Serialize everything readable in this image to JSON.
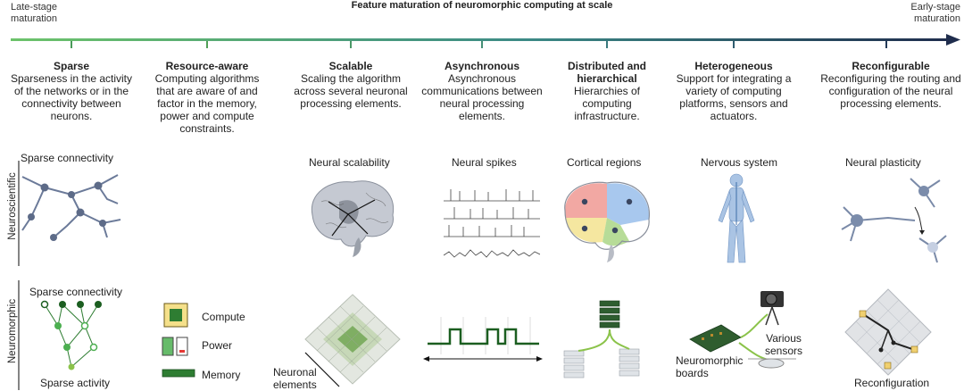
{
  "title": "Feature maturation of neuromorphic computing at scale",
  "axis": {
    "left_label": [
      "Late-stage",
      "maturation"
    ],
    "right_label": [
      "Early-stage",
      "maturation"
    ]
  },
  "features": [
    {
      "name": "Sparse",
      "desc": "Sparseness in the activity of the networks or in the connectivity between neurons."
    },
    {
      "name": "Resource-aware",
      "desc": "Computing algorithms that are aware of and factor in the memory, power and compute constraints."
    },
    {
      "name": "Scalable",
      "desc": "Scaling the algorithm across several neuronal processing elements."
    },
    {
      "name": "Asynchronous",
      "desc": "Asynchronous communications between neural processing elements."
    },
    {
      "name": "Distributed and hierarchical",
      "desc": "Hierarchies of computing infrastructure."
    },
    {
      "name": "Heterogeneous",
      "desc": "Support for integrating a variety of computing platforms, sensors and actuators."
    },
    {
      "name": "Reconfigurable",
      "desc": "Reconfiguring the routing and configuration of the neural processing elements."
    }
  ],
  "rows": {
    "neuroscientific": "Neuroscientific",
    "neuromorphic": "Neuromorphic"
  },
  "neuro_labels": [
    "Sparse connectivity",
    "Neural scalability",
    "Neural spikes",
    "Cortical regions",
    "Nervous system",
    "Neural plasticity"
  ],
  "morphic_labels": {
    "sparse_connectivity": "Sparse connectivity",
    "sparse_activity": "Sparse activity",
    "compute": "Compute",
    "power": "Power",
    "memory": "Memory",
    "neuronal_elements": [
      "Neuronal",
      "elements"
    ],
    "neuromorphic_boards": [
      "Neuromorphic",
      "boards"
    ],
    "various_sensors": [
      "Various",
      "sensors"
    ],
    "reconfiguration": "Reconfiguration"
  },
  "colors": {
    "arrow_start": "#5cb85c",
    "arrow_end": "#1f2d4d",
    "neuron": "#6b7a99",
    "sparse_green": "#2e7d32"
  }
}
